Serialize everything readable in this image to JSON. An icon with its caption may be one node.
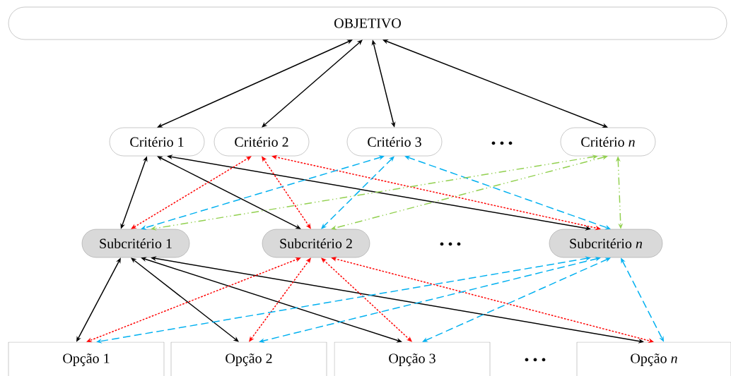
{
  "diagram": {
    "nodes": [
      {
        "text": [
          "OBJETIVO"
        ]
      },
      {
        "text": [
          "Critério 1"
        ]
      },
      {
        "text": [
          "Critério 2"
        ]
      },
      {
        "text": [
          "Critério 3"
        ]
      },
      {
        "text": [
          "Critério *n*"
        ]
      },
      {
        "text": [
          "Subcritério 1"
        ]
      },
      {
        "text": [
          "Subcritério 2"
        ]
      },
      {
        "text": [
          "Subcritério *n*"
        ]
      },
      {
        "text": [
          "Opção 1"
        ]
      },
      {
        "text": [
          "Opção 2"
        ]
      },
      {
        "text": [
          "Opção 3"
        ]
      },
      {
        "text": [
          "Opção *n*"
        ]
      }
    ],
    "edges": [
      {
        "from": 0,
        "to": 1,
        "arrow": "both"
      },
      {
        "from": 0,
        "to": 2,
        "arrow": "both"
      },
      {
        "from": 0,
        "to": 3,
        "arrow": "both"
      },
      {
        "from": 0,
        "to": 4,
        "arrow": "both"
      },
      {
        "from": 1,
        "to": 5,
        "arrow": "both"
      },
      {
        "from": 1,
        "to": 6,
        "arrow": "both"
      },
      {
        "from": 1,
        "to": 7,
        "arrow": "both"
      },
      {
        "from": 2,
        "to": 5,
        "arrow": "both",
        "style": "dashed",
        "color": "#ff0000"
      },
      {
        "from": 2,
        "to": 6,
        "arrow": "both",
        "style": "dashed",
        "color": "#ff0000"
      },
      {
        "from": 2,
        "to": 7,
        "arrow": "both",
        "style": "dashed",
        "color": "#ff0000"
      },
      {
        "from": 3,
        "to": 5,
        "arrow": "both",
        "style": "dashed",
        "color": "#00b0f0"
      },
      {
        "from": 3,
        "to": 6,
        "arrow": "both",
        "style": "dashed",
        "color": "#00b0f0"
      },
      {
        "from": 3,
        "to": 7,
        "arrow": "both",
        "style": "dashed",
        "color": "#00b0f0"
      },
      {
        "from": 4,
        "to": 5,
        "arrow": "both",
        "style": "dashed",
        "color": "#92d050"
      },
      {
        "from": 4,
        "to": 6,
        "arrow": "both",
        "style": "dashed",
        "color": "#92d050"
      },
      {
        "from": 4,
        "to": 7,
        "arrow": "both",
        "style": "dashed",
        "color": "#92d050"
      },
      {
        "from": 5,
        "to": 8,
        "arrow": "both"
      },
      {
        "from": 5,
        "to": 9,
        "arrow": "both"
      },
      {
        "from": 5,
        "to": 10,
        "arrow": "both"
      },
      {
        "from": 5,
        "to": 11,
        "arrow": "both"
      },
      {
        "from": 6,
        "to": 8,
        "arrow": "both",
        "style": "dashed",
        "color": "#ff0000"
      },
      {
        "from": 6,
        "to": 9,
        "arrow": "both",
        "style": "dashed",
        "color": "#ff0000"
      },
      {
        "from": 6,
        "to": 10,
        "arrow": "both",
        "style": "dashed",
        "color": "#ff0000"
      },
      {
        "from": 6,
        "to": 11,
        "arrow": "both",
        "style": "dashed",
        "color": "#ff0000"
      },
      {
        "from": 7,
        "to": 8,
        "arrow": "both",
        "style": "dashed",
        "color": "#00b0f0"
      },
      {
        "from": 7,
        "to": 9,
        "arrow": "both",
        "style": "dashed",
        "color": "#00b0f0"
      },
      {
        "from": 7,
        "to": 10,
        "arrow": "both",
        "style": "dashed",
        "color": "#00b0f0"
      },
      {
        "from": 7,
        "to": 11,
        "arrow": "both",
        "style": "dashed",
        "color": "#00b0f0"
      }
    ],
    "labels": [
      "• • •",
      "• • •",
      "• • •"
    ]
  }
}
